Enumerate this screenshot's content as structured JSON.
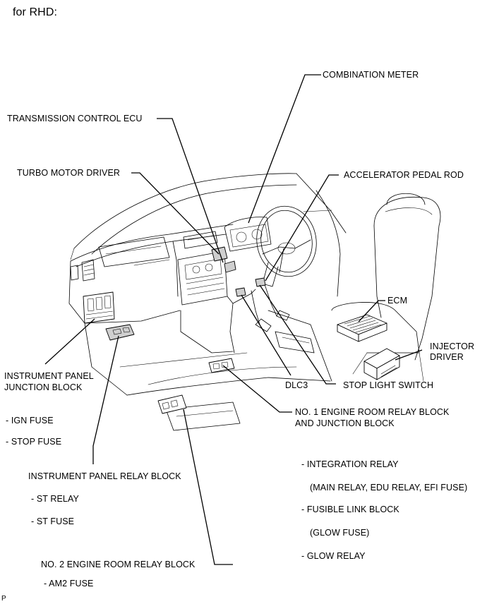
{
  "header": {
    "text": "for RHD:"
  },
  "labels": {
    "combination_meter": "COMBINATION METER",
    "transmission_ecu": "TRANSMISSION CONTROL ECU",
    "turbo_motor_driver": "TURBO MOTOR DRIVER",
    "accelerator_pedal_rod": "ACCELERATOR PEDAL ROD",
    "ecm": "ECM",
    "injector_driver_1": "INJECTOR",
    "injector_driver_2": "DRIVER",
    "instrument_panel_jb_1": "INSTRUMENT PANEL",
    "instrument_panel_jb_2": "JUNCTION BLOCK",
    "dlc3": "DLC3",
    "stop_light_switch": "STOP LIGHT SWITCH",
    "ign_fuse": "- IGN FUSE",
    "stop_fuse": "- STOP FUSE",
    "no1_engine_room_1": "NO. 1 ENGINE ROOM RELAY BLOCK",
    "no1_engine_room_2": "AND JUNCTION BLOCK",
    "integration_relay": "- INTEGRATION RELAY",
    "integration_relay_detail": "(MAIN RELAY, EDU RELAY, EFI FUSE)",
    "fusible_link_block": "- FUSIBLE LINK BLOCK",
    "glow_fuse": "(GLOW FUSE)",
    "glow_relay": "- GLOW RELAY",
    "instrument_panel_relay_block": "INSTRUMENT PANEL RELAY BLOCK",
    "st_relay": "- ST RELAY",
    "st_fuse": "- ST FUSE",
    "no2_engine_room": "NO. 2 ENGINE ROOM RELAY BLOCK",
    "am2_fuse": "- AM2 FUSE",
    "corner_mark": "P"
  }
}
